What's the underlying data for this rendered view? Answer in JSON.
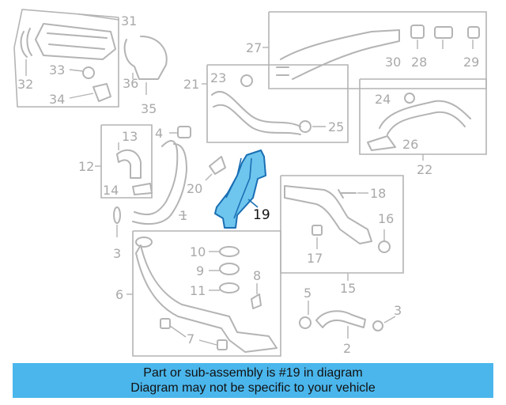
{
  "diagram": {
    "highlight_part": "19",
    "labels": [
      "31",
      "32",
      "33",
      "34",
      "35",
      "36",
      "27",
      "30",
      "28",
      "29",
      "21",
      "23",
      "25",
      "22",
      "24",
      "26",
      "12",
      "13",
      "14",
      "4",
      "20",
      "19",
      "18",
      "16",
      "17",
      "15",
      "1",
      "3",
      "10",
      "9",
      "11",
      "8",
      "6",
      "7",
      "5",
      "2",
      "3"
    ]
  },
  "banner": {
    "line1": "Part or sub-assembly is #19 in diagram",
    "line2": "Diagram may not be specific to your vehicle"
  },
  "colors": {
    "banner_bg": "#4ab6ec",
    "highlight_fill": "#6ec6ee",
    "highlight_stroke": "#1a6fb4",
    "line_gray": "#b4b4b4"
  }
}
